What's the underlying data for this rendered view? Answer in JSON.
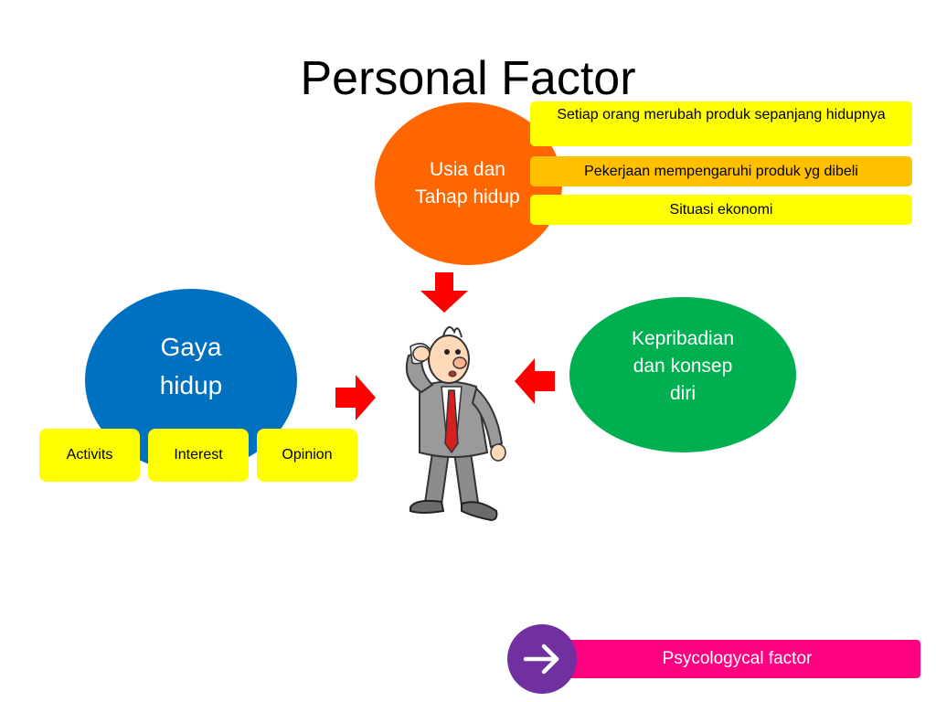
{
  "slide": {
    "title": "Personal Factor"
  },
  "nodes": {
    "usia": "Usia dan Tahap hidup",
    "gaya": "Gaya hidup",
    "kepribadian": "Kepribadian dan konsep diri"
  },
  "usia_details": [
    "Setiap orang merubah produk sepanjang hidupnya",
    "Pekerjaan mempengaruhi produk yg dibeli",
    "Situasi ekonomi"
  ],
  "gaya_items": [
    "Activits",
    "Interest",
    "Opinion"
  ],
  "nav": {
    "next_label": "Psycologycal factor",
    "icon": "arrow-right-icon"
  },
  "colors": {
    "orange": "#ff6600",
    "blue": "#0070c0",
    "green": "#00b050",
    "yellow": "#ffff00",
    "amber": "#ffc000",
    "red_arrow": "#ff0000",
    "pink": "#ff0080",
    "purple": "#7030a0"
  }
}
